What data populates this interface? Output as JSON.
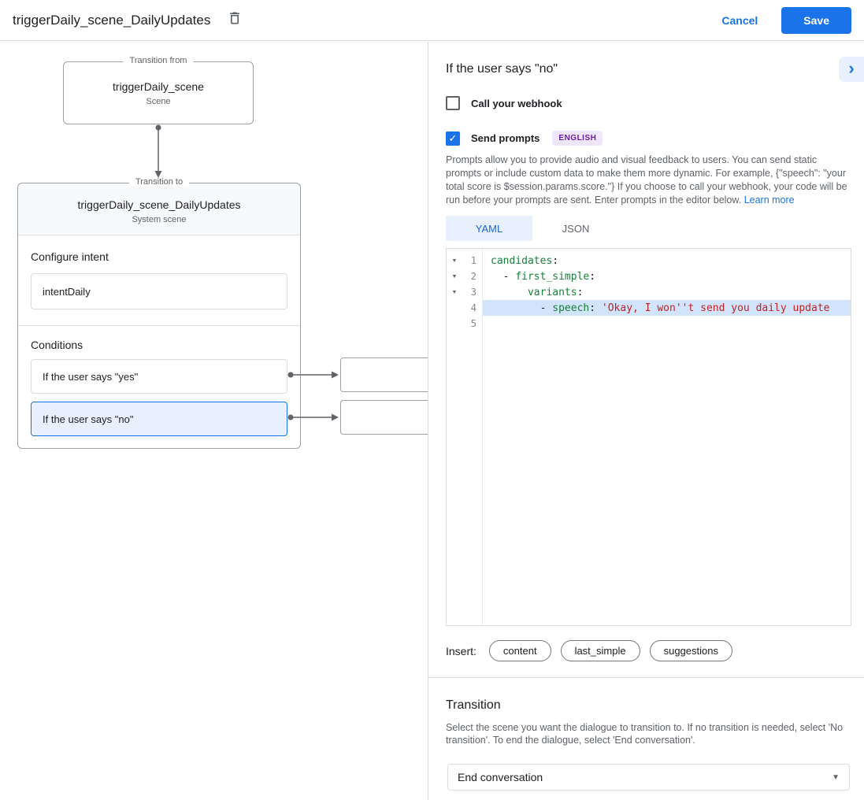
{
  "topbar": {
    "title": "triggerDaily_scene_DailyUpdates",
    "cancel_label": "Cancel",
    "save_label": "Save"
  },
  "canvas": {
    "from_node": {
      "legend": "Transition from",
      "title": "triggerDaily_scene",
      "subtitle": "Scene"
    },
    "to_node": {
      "legend": "Transition to",
      "title": "triggerDaily_scene_DailyUpdates",
      "subtitle": "System scene",
      "configure_intent_label": "Configure intent",
      "intent_value": "intentDaily",
      "conditions_label": "Conditions",
      "conditions": [
        {
          "label": "If the user says \"yes\"",
          "selected": false
        },
        {
          "label": "If the user says \"no\"",
          "selected": true
        }
      ]
    }
  },
  "panel": {
    "header": "If the user says \"no\"",
    "webhook": {
      "label": "Call your webhook",
      "checked": false
    },
    "prompts": {
      "label": "Send prompts",
      "badge": "ENGLISH",
      "checked": true
    },
    "description": "Prompts allow you to provide audio and visual feedback to users. You can send static prompts or include custom data to make them more dynamic. For example, {\"speech\": \"your total score is $session.params.score.\"} If you choose to call your webhook, your code will be run before your prompts are sent. Enter prompts in the editor below.",
    "learn_more": "Learn more",
    "tabs": [
      {
        "label": "YAML",
        "active": true
      },
      {
        "label": "JSON",
        "active": false
      }
    ],
    "editor": {
      "lines": [
        {
          "num": "1",
          "fold": true,
          "selected": false,
          "tokens": [
            [
              "key",
              "candidates"
            ],
            [
              "plain",
              ":"
            ]
          ]
        },
        {
          "num": "2",
          "fold": true,
          "selected": false,
          "tokens": [
            [
              "plain",
              "  - "
            ],
            [
              "key",
              "first_simple"
            ],
            [
              "plain",
              ":"
            ]
          ]
        },
        {
          "num": "3",
          "fold": true,
          "selected": false,
          "tokens": [
            [
              "plain",
              "      "
            ],
            [
              "key",
              "variants"
            ],
            [
              "plain",
              ":"
            ]
          ]
        },
        {
          "num": "4",
          "fold": false,
          "selected": true,
          "tokens": [
            [
              "plain",
              "        - "
            ],
            [
              "key",
              "speech"
            ],
            [
              "plain",
              ": "
            ],
            [
              "string",
              "'Okay, I won''t send you daily update"
            ]
          ]
        },
        {
          "num": "5",
          "fold": false,
          "selected": false,
          "tokens": []
        }
      ]
    },
    "insert": {
      "label": "Insert:",
      "pills": [
        "content",
        "last_simple",
        "suggestions"
      ]
    },
    "transition": {
      "heading": "Transition",
      "description": "Select the scene you want the dialogue to transition to. If no transition is needed, select 'No transition'. To end the dialogue, select 'End conversation'.",
      "select_value": "End conversation"
    }
  },
  "icons": {
    "checkmark": "✓",
    "chevron_right": "›",
    "dropdown_caret": "▼",
    "fold_caret": "▼"
  },
  "colors": {
    "accent": "#1a73e8",
    "tab_active_bg": "#e8f0fe",
    "selected_condition_bg": "#e8f0fe",
    "badge_bg": "#f0e6fb",
    "badge_text": "#681da8",
    "code_key": "#188038",
    "code_string": "#c5221f",
    "code_line_highlight": "#d2e3fc"
  }
}
